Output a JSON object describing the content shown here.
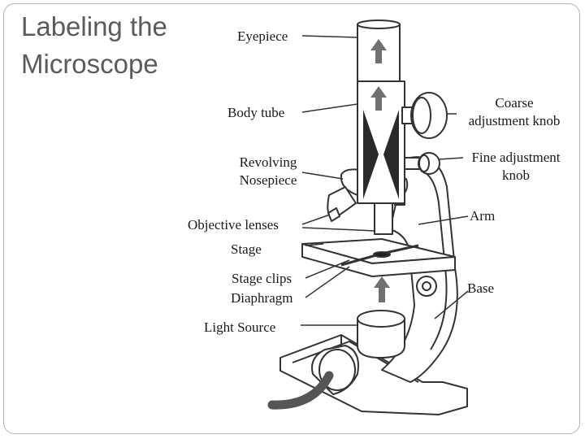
{
  "slide": {
    "title_lines": [
      "Labeling the",
      "Microscope"
    ]
  },
  "labels": {
    "eyepiece": "Eyepiece",
    "body_tube": "Body tube",
    "revolving_nosepiece": [
      "Revolving",
      "Nosepiece"
    ],
    "objective_lenses": "Objective lenses",
    "stage": "Stage",
    "stage_clips": "Stage clips",
    "diaphragm": "Diaphragm",
    "light_source": "Light Source",
    "coarse_adjustment_knob": [
      "Coarse",
      "adjustment knob"
    ],
    "fine_adjustment_knob": [
      "Fine adjustment",
      "knob"
    ],
    "arm": "Arm",
    "base": "Base"
  },
  "colors": {
    "line": "#333333",
    "title": "#5b5b5b",
    "tube_dark": "#2a2a2a",
    "arrow_fill": "#707070"
  }
}
